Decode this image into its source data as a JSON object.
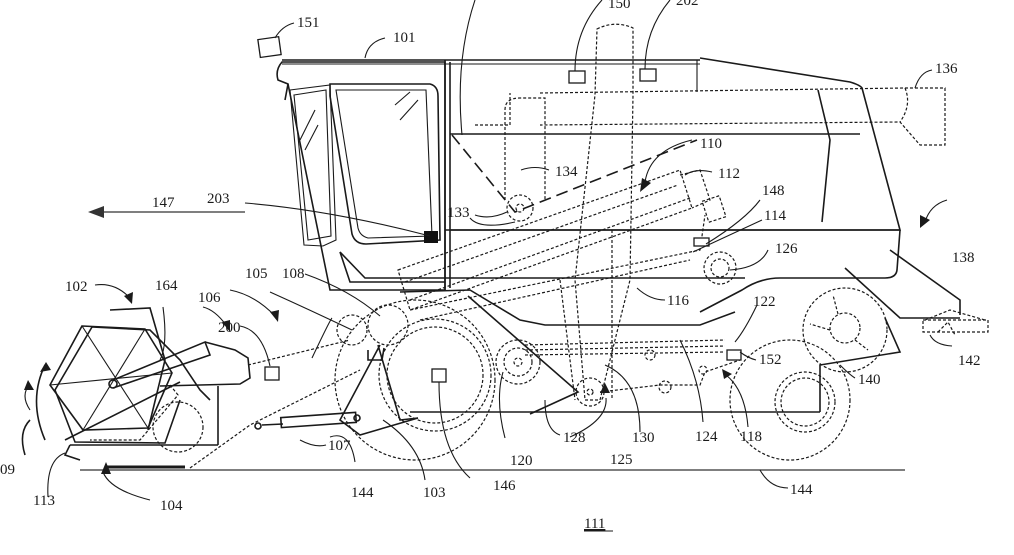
{
  "figure": {
    "title": "Combine harvester side view (patent figure)",
    "direction_label": "147",
    "ground_label": "111",
    "labels": [
      {
        "id": "101",
        "text": "101"
      },
      {
        "id": "102",
        "text": "102"
      },
      {
        "id": "103",
        "text": "103"
      },
      {
        "id": "104",
        "text": "104"
      },
      {
        "id": "105",
        "text": "105"
      },
      {
        "id": "106",
        "text": "106"
      },
      {
        "id": "107",
        "text": "107"
      },
      {
        "id": "108",
        "text": "108"
      },
      {
        "id": "109",
        "text": "09"
      },
      {
        "id": "110",
        "text": "110"
      },
      {
        "id": "112",
        "text": "112"
      },
      {
        "id": "113",
        "text": "113"
      },
      {
        "id": "114",
        "text": "114"
      },
      {
        "id": "116",
        "text": "116"
      },
      {
        "id": "118",
        "text": "118"
      },
      {
        "id": "120",
        "text": "120"
      },
      {
        "id": "122",
        "text": "122"
      },
      {
        "id": "124",
        "text": "124"
      },
      {
        "id": "125",
        "text": "125"
      },
      {
        "id": "126",
        "text": "126"
      },
      {
        "id": "128",
        "text": "128"
      },
      {
        "id": "130",
        "text": "130"
      },
      {
        "id": "133",
        "text": "133"
      },
      {
        "id": "134",
        "text": "134"
      },
      {
        "id": "136",
        "text": "136"
      },
      {
        "id": "138",
        "text": "138"
      },
      {
        "id": "140",
        "text": "140"
      },
      {
        "id": "142",
        "text": "142"
      },
      {
        "id": "144a",
        "text": "144"
      },
      {
        "id": "144b",
        "text": "144"
      },
      {
        "id": "146",
        "text": "146"
      },
      {
        "id": "148",
        "text": "148"
      },
      {
        "id": "150",
        "text": "150"
      },
      {
        "id": "151",
        "text": "151"
      },
      {
        "id": "152",
        "text": "152"
      },
      {
        "id": "164",
        "text": "164"
      },
      {
        "id": "200",
        "text": "200"
      },
      {
        "id": "202",
        "text": "202"
      },
      {
        "id": "203",
        "text": "203"
      }
    ]
  }
}
